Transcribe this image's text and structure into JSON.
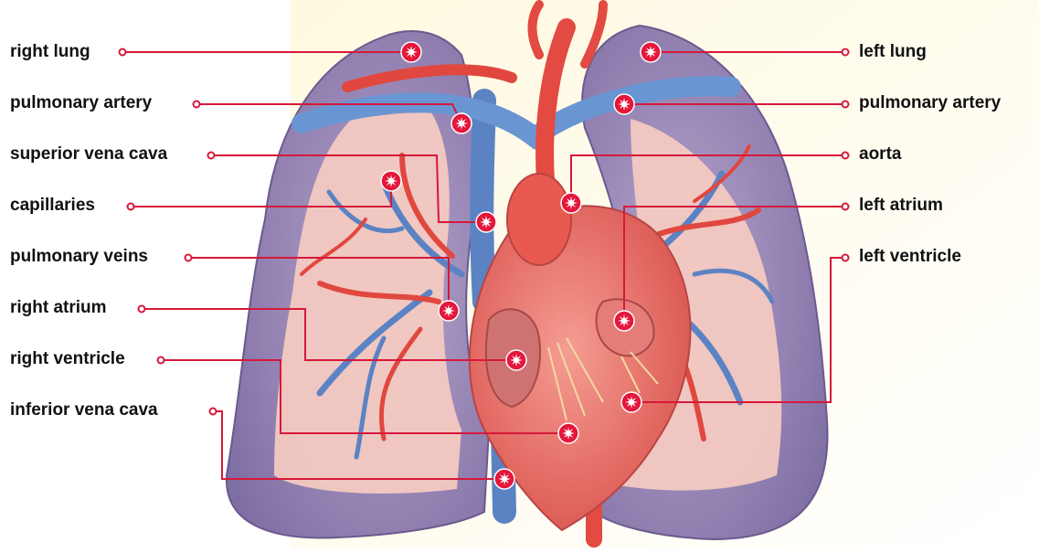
{
  "colors": {
    "leader": "#d6193a",
    "marker_fill": "#e4163b",
    "lung_outer": "#9a88b4",
    "lung_inner": "#f1c7bf",
    "vein_blue": "#5b83c4",
    "artery_red": "#e0483f",
    "heart": "#ec6b66",
    "backdrop": "#fdf7d6"
  },
  "labels": {
    "left_side": [
      {
        "id": "right-lung",
        "text": "right lung"
      },
      {
        "id": "pulmonary-artery-right",
        "text": "pulmonary artery"
      },
      {
        "id": "superior-vena-cava",
        "text": "superior vena cava"
      },
      {
        "id": "capillaries",
        "text": "capillaries"
      },
      {
        "id": "pulmonary-veins",
        "text": "pulmonary veins"
      },
      {
        "id": "right-atrium",
        "text": "right atrium"
      },
      {
        "id": "right-ventricle",
        "text": "right ventricle"
      },
      {
        "id": "inferior-vena-cava",
        "text": "inferior vena cava"
      }
    ],
    "right_side": [
      {
        "id": "left-lung",
        "text": "left lung"
      },
      {
        "id": "pulmonary-artery-left",
        "text": "pulmonary artery"
      },
      {
        "id": "aorta",
        "text": "aorta"
      },
      {
        "id": "left-atrium",
        "text": "left atrium"
      },
      {
        "id": "left-ventricle",
        "text": "left ventricle"
      }
    ]
  }
}
